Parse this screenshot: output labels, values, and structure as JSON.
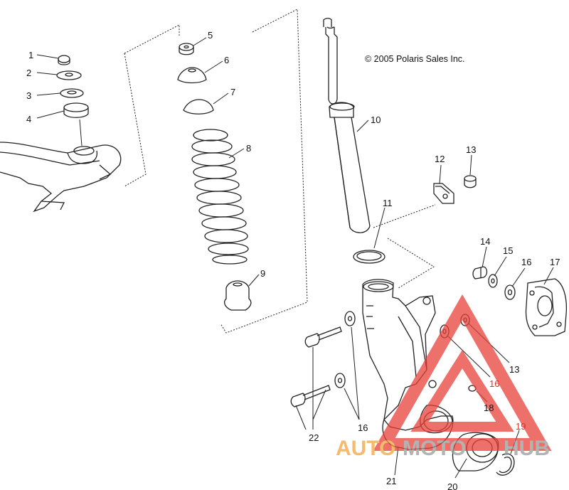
{
  "diagram": {
    "copyright": "© 2005 Polaris Sales Inc.",
    "labels": {
      "l1": "1",
      "l2": "2",
      "l3": "3",
      "l4": "4",
      "l5": "5",
      "l6": "6",
      "l7": "7",
      "l8": "8",
      "l9": "9",
      "l10": "10",
      "l11": "11",
      "l12": "12",
      "l13a": "13",
      "l13b": "13",
      "l14": "14",
      "l15": "15",
      "l16a": "16",
      "l16b": "16",
      "l16c": "16",
      "l17": "17",
      "l18": "18",
      "l19": "19",
      "l20": "20",
      "l21": "21",
      "l22": "22"
    }
  },
  "watermark": {
    "part1": "AUTO",
    "part2": "MOTO",
    "part3": "HUB",
    "colors": {
      "red": "#e8413a",
      "orange": "#f2a33a",
      "gray": "#9a9a9a"
    }
  }
}
